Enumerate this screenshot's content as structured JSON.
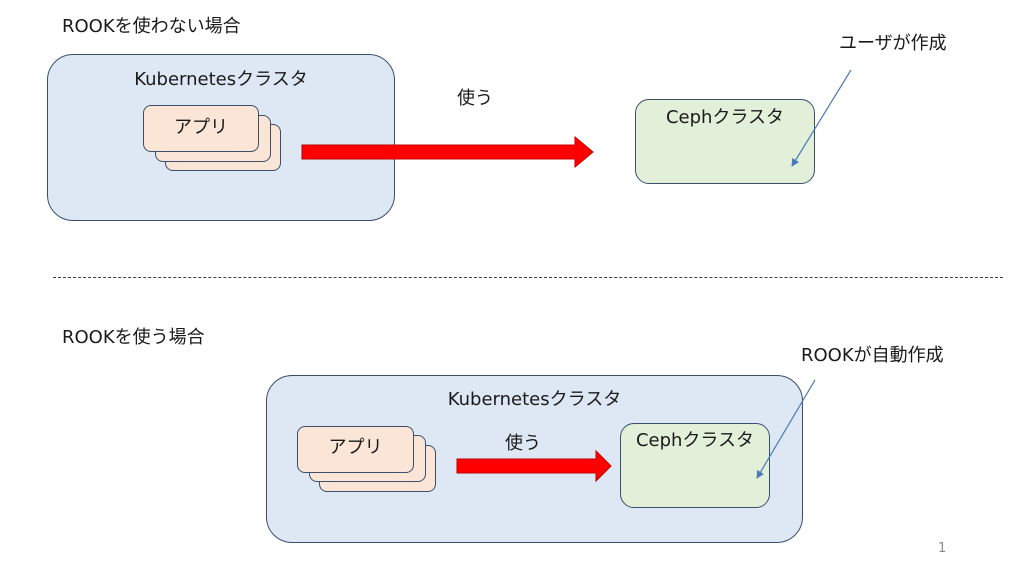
{
  "top": {
    "heading": "ROOKを使わない場合",
    "cluster_label": "Kubernetesクラスタ",
    "app_label": "アプリ",
    "arrow_label": "使う",
    "ceph_label": "Cephクラスタ",
    "annotation": "ユーザが作成"
  },
  "bottom": {
    "heading": "ROOKを使う場合",
    "cluster_label": "Kubernetesクラスタ",
    "app_label": "アプリ",
    "arrow_label": "使う",
    "ceph_label": "Cephクラスタ",
    "annotation": "ROOKが自動作成"
  },
  "page_number": "1",
  "colors": {
    "cluster_fill": "#dde8f4",
    "ceph_fill": "#e2f0d9",
    "app_fill": "#fbe5d6",
    "arrow": "#ff0000",
    "annotation_line": "#4a7bb7"
  }
}
